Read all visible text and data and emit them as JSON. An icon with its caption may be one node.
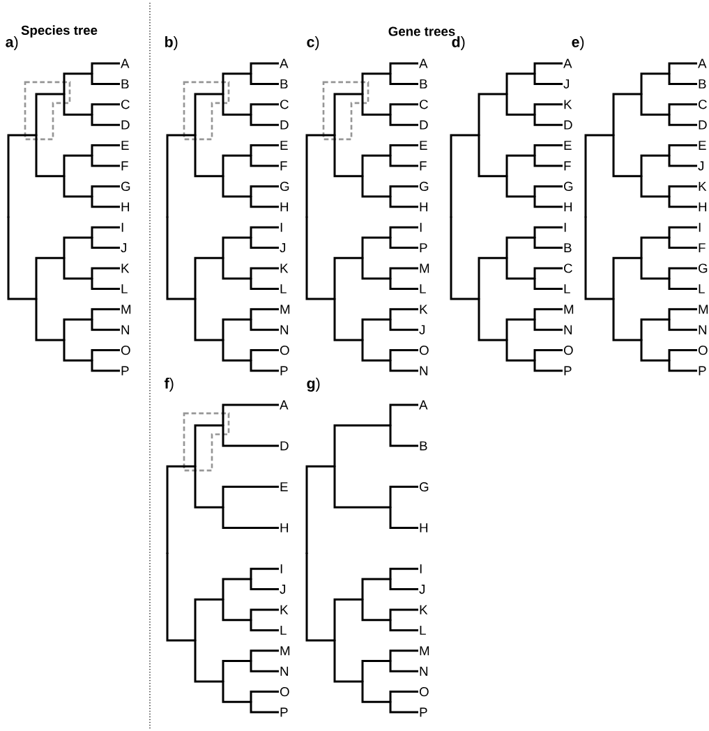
{
  "diagram": {
    "labels": [
      "Species tree",
      "Gene trees",
      "**a**)",
      "**b**)",
      "**c**)",
      "**d**)",
      "**e**)",
      "**f**)",
      "**g**)"
    ],
    "nodes": [
      {
        "text": [],
        "shape": "dot"
      },
      {
        "text": [],
        "shape": "dot"
      },
      {
        "text": [],
        "shape": "dot"
      },
      {
        "text": [],
        "shape": "dot"
      },
      {
        "text": [
          "A"
        ]
      },
      {
        "text": [
          "B"
        ]
      },
      {
        "text": [],
        "shape": "dot"
      },
      {
        "text": [
          "C"
        ]
      },
      {
        "text": [
          "D"
        ]
      },
      {
        "text": [],
        "shape": "dot"
      },
      {
        "text": [],
        "shape": "dot"
      },
      {
        "text": [
          "E"
        ]
      },
      {
        "text": [
          "F"
        ]
      },
      {
        "text": [],
        "shape": "dot"
      },
      {
        "text": [
          "G"
        ]
      },
      {
        "text": [
          "H"
        ]
      },
      {
        "text": [],
        "shape": "dot"
      },
      {
        "text": [],
        "shape": "dot"
      },
      {
        "text": [],
        "shape": "dot"
      },
      {
        "text": [
          "I"
        ]
      },
      {
        "text": [
          "J"
        ]
      },
      {
        "text": [],
        "shape": "dot"
      },
      {
        "text": [
          "K"
        ]
      },
      {
        "text": [
          "L"
        ]
      },
      {
        "text": [],
        "shape": "dot"
      },
      {
        "text": [],
        "shape": "dot"
      },
      {
        "text": [
          "M"
        ]
      },
      {
        "text": [
          "N"
        ]
      },
      {
        "text": [],
        "shape": "dot"
      },
      {
        "text": [
          "O"
        ]
      },
      {
        "text": [
          "P"
        ]
      },
      {
        "text": [],
        "shape": "dot"
      },
      {
        "text": [],
        "shape": "dot"
      },
      {
        "text": [],
        "shape": "dot"
      },
      {
        "text": [],
        "shape": "dot"
      },
      {
        "text": [
          "A"
        ]
      },
      {
        "text": [
          "B"
        ]
      },
      {
        "text": [],
        "shape": "dot"
      },
      {
        "text": [
          "C"
        ]
      },
      {
        "text": [
          "D"
        ]
      },
      {
        "text": [],
        "shape": "dot"
      },
      {
        "text": [],
        "shape": "dot"
      },
      {
        "text": [
          "E"
        ]
      },
      {
        "text": [
          "F"
        ]
      },
      {
        "text": [],
        "shape": "dot"
      },
      {
        "text": [
          "G"
        ]
      },
      {
        "text": [
          "H"
        ]
      },
      {
        "text": [],
        "shape": "dot"
      },
      {
        "text": [],
        "shape": "dot"
      },
      {
        "text": [],
        "shape": "dot"
      },
      {
        "text": [
          "I"
        ]
      },
      {
        "text": [
          "J"
        ]
      },
      {
        "text": [],
        "shape": "dot"
      },
      {
        "text": [
          "K"
        ]
      },
      {
        "text": [
          "L"
        ]
      },
      {
        "text": [],
        "shape": "dot"
      },
      {
        "text": [],
        "shape": "dot"
      },
      {
        "text": [
          "M"
        ]
      },
      {
        "text": [
          "N"
        ]
      },
      {
        "text": [],
        "shape": "dot"
      },
      {
        "text": [
          "O"
        ]
      },
      {
        "text": [
          "P"
        ]
      },
      {
        "text": [],
        "shape": "dot"
      },
      {
        "text": [],
        "shape": "dot"
      },
      {
        "text": [],
        "shape": "dot"
      },
      {
        "text": [],
        "shape": "dot"
      },
      {
        "text": [
          "A"
        ]
      },
      {
        "text": [
          "B"
        ]
      },
      {
        "text": [],
        "shape": "dot"
      },
      {
        "text": [
          "C"
        ]
      },
      {
        "text": [
          "D"
        ]
      },
      {
        "text": [],
        "shape": "dot"
      },
      {
        "text": [],
        "shape": "dot"
      },
      {
        "text": [
          "E"
        ]
      },
      {
        "text": [
          "F"
        ]
      },
      {
        "text": [],
        "shape": "dot"
      },
      {
        "text": [
          "G"
        ]
      },
      {
        "text": [
          "H"
        ]
      },
      {
        "text": [],
        "shape": "dot"
      },
      {
        "text": [],
        "shape": "dot"
      },
      {
        "text": [],
        "shape": "dot"
      },
      {
        "text": [
          "I"
        ]
      },
      {
        "text": [
          "P"
        ]
      },
      {
        "text": [],
        "shape": "dot"
      },
      {
        "text": [
          "M"
        ]
      },
      {
        "text": [
          "L"
        ]
      },
      {
        "text": [],
        "shape": "dot"
      },
      {
        "text": [],
        "shape": "dot"
      },
      {
        "text": [
          "K"
        ]
      },
      {
        "text": [
          "J"
        ]
      },
      {
        "text": [],
        "shape": "dot"
      },
      {
        "text": [
          "O"
        ]
      },
      {
        "text": [
          "N"
        ]
      },
      {
        "text": [],
        "shape": "dot"
      },
      {
        "text": [],
        "shape": "dot"
      },
      {
        "text": [],
        "shape": "dot"
      },
      {
        "text": [],
        "shape": "dot"
      },
      {
        "text": [
          "A"
        ]
      },
      {
        "text": [
          "J"
        ]
      },
      {
        "text": [],
        "shape": "dot"
      },
      {
        "text": [
          "K"
        ]
      },
      {
        "text": [
          "D"
        ]
      },
      {
        "text": [],
        "shape": "dot"
      },
      {
        "text": [],
        "shape": "dot"
      },
      {
        "text": [
          "E"
        ]
      },
      {
        "text": [
          "F"
        ]
      },
      {
        "text": [],
        "shape": "dot"
      },
      {
        "text": [
          "G"
        ]
      },
      {
        "text": [
          "H"
        ]
      },
      {
        "text": [],
        "shape": "dot"
      },
      {
        "text": [],
        "shape": "dot"
      },
      {
        "text": [],
        "shape": "dot"
      },
      {
        "text": [
          "I"
        ]
      },
      {
        "text": [
          "B"
        ]
      },
      {
        "text": [],
        "shape": "dot"
      },
      {
        "text": [
          "C"
        ]
      },
      {
        "text": [
          "L"
        ]
      },
      {
        "text": [],
        "shape": "dot"
      },
      {
        "text": [],
        "shape": "dot"
      },
      {
        "text": [
          "M"
        ]
      },
      {
        "text": [
          "N"
        ]
      },
      {
        "text": [],
        "shape": "dot"
      },
      {
        "text": [
          "O"
        ]
      },
      {
        "text": [
          "P"
        ]
      },
      {
        "text": [],
        "shape": "dot"
      },
      {
        "text": [],
        "shape": "dot"
      },
      {
        "text": [],
        "shape": "dot"
      },
      {
        "text": [],
        "shape": "dot"
      },
      {
        "text": [
          "A"
        ]
      },
      {
        "text": [
          "B"
        ]
      },
      {
        "text": [],
        "shape": "dot"
      },
      {
        "text": [
          "C"
        ]
      },
      {
        "text": [
          "D"
        ]
      },
      {
        "text": [],
        "shape": "dot"
      },
      {
        "text": [],
        "shape": "dot"
      },
      {
        "text": [
          "E"
        ]
      },
      {
        "text": [
          "J"
        ]
      },
      {
        "text": [],
        "shape": "dot"
      },
      {
        "text": [
          "K"
        ]
      },
      {
        "text": [
          "H"
        ]
      },
      {
        "text": [],
        "shape": "dot"
      },
      {
        "text": [],
        "shape": "dot"
      },
      {
        "text": [],
        "shape": "dot"
      },
      {
        "text": [
          "I"
        ]
      },
      {
        "text": [
          "F"
        ]
      },
      {
        "text": [],
        "shape": "dot"
      },
      {
        "text": [
          "G"
        ]
      },
      {
        "text": [
          "L"
        ]
      },
      {
        "text": [],
        "shape": "dot"
      },
      {
        "text": [],
        "shape": "dot"
      },
      {
        "text": [
          "M"
        ]
      },
      {
        "text": [
          "N"
        ]
      },
      {
        "text": [],
        "shape": "dot"
      },
      {
        "text": [
          "O"
        ]
      },
      {
        "text": [
          "P"
        ]
      },
      {
        "text": [],
        "shape": "dot"
      },
      {
        "text": [],
        "shape": "dot"
      },
      {
        "text": [],
        "shape": "dot"
      },
      {
        "text": [
          "A"
        ]
      },
      {
        "text": [
          "D"
        ]
      },
      {
        "text": [],
        "shape": "dot"
      },
      {
        "text": [
          "E"
        ]
      },
      {
        "text": [
          "H"
        ]
      },
      {
        "text": [],
        "shape": "dot"
      },
      {
        "text": [],
        "shape": "dot"
      },
      {
        "text": [],
        "shape": "dot"
      },
      {
        "text": [
          "I"
        ]
      },
      {
        "text": [
          "J"
        ]
      },
      {
        "text": [],
        "shape": "dot"
      },
      {
        "text": [
          "K"
        ]
      },
      {
        "text": [
          "L"
        ]
      },
      {
        "text": [],
        "shape": "dot"
      },
      {
        "text": [],
        "shape": "dot"
      },
      {
        "text": [
          "M"
        ]
      },
      {
        "text": [
          "N"
        ]
      },
      {
        "text": [],
        "shape": "dot"
      },
      {
        "text": [
          "O"
        ]
      },
      {
        "text": [
          "P"
        ]
      },
      {
        "text": [],
        "shape": "dot"
      },
      {
        "text": [],
        "shape": "dot"
      },
      {
        "text": [],
        "shape": "dot"
      },
      {
        "text": [
          "A"
        ]
      },
      {
        "text": [
          "B"
        ]
      },
      {
        "text": [],
        "shape": "dot"
      },
      {
        "text": [
          "G"
        ]
      },
      {
        "text": [
          "H"
        ]
      },
      {
        "text": [],
        "shape": "dot"
      },
      {
        "text": [],
        "shape": "dot"
      },
      {
        "text": [],
        "shape": "dot"
      },
      {
        "text": [
          "I"
        ]
      },
      {
        "text": [
          "J"
        ]
      },
      {
        "text": [],
        "shape": "dot"
      },
      {
        "text": [
          "K"
        ]
      },
      {
        "text": [
          "L"
        ]
      },
      {
        "text": [],
        "shape": "dot"
      },
      {
        "text": [],
        "shape": "dot"
      },
      {
        "text": [
          "M"
        ]
      },
      {
        "text": [
          "N"
        ]
      },
      {
        "text": [],
        "shape": "dot"
      },
      {
        "text": [
          "O"
        ]
      },
      {
        "text": [
          "P"
        ]
      }
    ],
    "edges": [
      {
        "from": 0,
        "to": 1,
        "arrow": "none"
      },
      {
        "from": 1,
        "to": 2,
        "arrow": "none"
      },
      {
        "from": 2,
        "to": 3,
        "arrow": "none"
      },
      {
        "from": 3,
        "to": 4,
        "arrow": "none"
      },
      {
        "from": 3,
        "to": 5,
        "arrow": "none"
      },
      {
        "from": 2,
        "to": 6,
        "arrow": "none"
      },
      {
        "from": 6,
        "to": 7,
        "arrow": "none"
      },
      {
        "from": 6,
        "to": 8,
        "arrow": "none"
      },
      {
        "from": 1,
        "to": 9,
        "arrow": "none"
      },
      {
        "from": 9,
        "to": 10,
        "arrow": "none"
      },
      {
        "from": 10,
        "to": 11,
        "arrow": "none"
      },
      {
        "from": 10,
        "to": 12,
        "arrow": "none"
      },
      {
        "from": 9,
        "to": 13,
        "arrow": "none"
      },
      {
        "from": 13,
        "to": 14,
        "arrow": "none"
      },
      {
        "from": 13,
        "to": 15,
        "arrow": "none"
      },
      {
        "from": 0,
        "to": 16,
        "arrow": "none"
      },
      {
        "from": 16,
        "to": 17,
        "arrow": "none"
      },
      {
        "from": 17,
        "to": 18,
        "arrow": "none"
      },
      {
        "from": 18,
        "to": 19,
        "arrow": "none"
      },
      {
        "from": 18,
        "to": 20,
        "arrow": "none"
      },
      {
        "from": 17,
        "to": 21,
        "arrow": "none"
      },
      {
        "from": 21,
        "to": 22,
        "arrow": "none"
      },
      {
        "from": 21,
        "to": 23,
        "arrow": "none"
      },
      {
        "from": 16,
        "to": 24,
        "arrow": "none"
      },
      {
        "from": 24,
        "to": 25,
        "arrow": "none"
      },
      {
        "from": 25,
        "to": 26,
        "arrow": "none"
      },
      {
        "from": 25,
        "to": 27,
        "arrow": "none"
      },
      {
        "from": 24,
        "to": 28,
        "arrow": "none"
      },
      {
        "from": 28,
        "to": 29,
        "arrow": "none"
      },
      {
        "from": 28,
        "to": 30,
        "arrow": "none"
      },
      {
        "from": 31,
        "to": 32,
        "arrow": "none"
      },
      {
        "from": 32,
        "to": 33,
        "arrow": "none"
      },
      {
        "from": 33,
        "to": 34,
        "arrow": "none"
      },
      {
        "from": 34,
        "to": 35,
        "arrow": "none"
      },
      {
        "from": 34,
        "to": 36,
        "arrow": "none"
      },
      {
        "from": 33,
        "to": 37,
        "arrow": "none"
      },
      {
        "from": 37,
        "to": 38,
        "arrow": "none"
      },
      {
        "from": 37,
        "to": 39,
        "arrow": "none"
      },
      {
        "from": 32,
        "to": 40,
        "arrow": "none"
      },
      {
        "from": 40,
        "to": 41,
        "arrow": "none"
      },
      {
        "from": 41,
        "to": 42,
        "arrow": "none"
      },
      {
        "from": 41,
        "to": 43,
        "arrow": "none"
      },
      {
        "from": 40,
        "to": 44,
        "arrow": "none"
      },
      {
        "from": 44,
        "to": 45,
        "arrow": "none"
      },
      {
        "from": 44,
        "to": 46,
        "arrow": "none"
      },
      {
        "from": 31,
        "to": 47,
        "arrow": "none"
      },
      {
        "from": 47,
        "to": 48,
        "arrow": "none"
      },
      {
        "from": 48,
        "to": 49,
        "arrow": "none"
      },
      {
        "from": 49,
        "to": 50,
        "arrow": "none"
      },
      {
        "from": 49,
        "to": 51,
        "arrow": "none"
      },
      {
        "from": 48,
        "to": 52,
        "arrow": "none"
      },
      {
        "from": 52,
        "to": 53,
        "arrow": "none"
      },
      {
        "from": 52,
        "to": 54,
        "arrow": "none"
      },
      {
        "from": 47,
        "to": 55,
        "arrow": "none"
      },
      {
        "from": 55,
        "to": 56,
        "arrow": "none"
      },
      {
        "from": 56,
        "to": 57,
        "arrow": "none"
      },
      {
        "from": 56,
        "to": 58,
        "arrow": "none"
      },
      {
        "from": 55,
        "to": 59,
        "arrow": "none"
      },
      {
        "from": 59,
        "to": 60,
        "arrow": "none"
      },
      {
        "from": 59,
        "to": 61,
        "arrow": "none"
      },
      {
        "from": 62,
        "to": 63,
        "arrow": "none"
      },
      {
        "from": 63,
        "to": 64,
        "arrow": "none"
      },
      {
        "from": 64,
        "to": 65,
        "arrow": "none"
      },
      {
        "from": 65,
        "to": 66,
        "arrow": "none"
      },
      {
        "from": 65,
        "to": 67,
        "arrow": "none"
      },
      {
        "from": 64,
        "to": 68,
        "arrow": "none"
      },
      {
        "from": 68,
        "to": 69,
        "arrow": "none"
      },
      {
        "from": 68,
        "to": 70,
        "arrow": "none"
      },
      {
        "from": 63,
        "to": 71,
        "arrow": "none"
      },
      {
        "from": 71,
        "to": 72,
        "arrow": "none"
      },
      {
        "from": 72,
        "to": 73,
        "arrow": "none"
      },
      {
        "from": 72,
        "to": 74,
        "arrow": "none"
      },
      {
        "from": 71,
        "to": 75,
        "arrow": "none"
      },
      {
        "from": 75,
        "to": 76,
        "arrow": "none"
      },
      {
        "from": 75,
        "to": 77,
        "arrow": "none"
      },
      {
        "from": 62,
        "to": 78,
        "arrow": "none"
      },
      {
        "from": 78,
        "to": 79,
        "arrow": "none"
      },
      {
        "from": 79,
        "to": 80,
        "arrow": "none"
      },
      {
        "from": 80,
        "to": 81,
        "arrow": "none"
      },
      {
        "from": 80,
        "to": 82,
        "arrow": "none"
      },
      {
        "from": 79,
        "to": 83,
        "arrow": "none"
      },
      {
        "from": 83,
        "to": 84,
        "arrow": "none"
      },
      {
        "from": 83,
        "to": 85,
        "arrow": "none"
      },
      {
        "from": 78,
        "to": 86,
        "arrow": "none"
      },
      {
        "from": 86,
        "to": 87,
        "arrow": "none"
      },
      {
        "from": 87,
        "to": 88,
        "arrow": "none"
      },
      {
        "from": 87,
        "to": 89,
        "arrow": "none"
      },
      {
        "from": 86,
        "to": 90,
        "arrow": "none"
      },
      {
        "from": 90,
        "to": 91,
        "arrow": "none"
      },
      {
        "from": 90,
        "to": 92,
        "arrow": "none"
      },
      {
        "from": 93,
        "to": 94,
        "arrow": "none"
      },
      {
        "from": 94,
        "to": 95,
        "arrow": "none"
      },
      {
        "from": 95,
        "to": 96,
        "arrow": "none"
      },
      {
        "from": 96,
        "to": 97,
        "arrow": "none"
      },
      {
        "from": 96,
        "to": 98,
        "arrow": "none"
      },
      {
        "from": 95,
        "to": 99,
        "arrow": "none"
      },
      {
        "from": 99,
        "to": 100,
        "arrow": "none"
      },
      {
        "from": 99,
        "to": 101,
        "arrow": "none"
      },
      {
        "from": 94,
        "to": 102,
        "arrow": "none"
      },
      {
        "from": 102,
        "to": 103,
        "arrow": "none"
      },
      {
        "from": 103,
        "to": 104,
        "arrow": "none"
      },
      {
        "from": 103,
        "to": 105,
        "arrow": "none"
      },
      {
        "from": 102,
        "to": 106,
        "arrow": "none"
      },
      {
        "from": 106,
        "to": 107,
        "arrow": "none"
      },
      {
        "from": 106,
        "to": 108,
        "arrow": "none"
      },
      {
        "from": 93,
        "to": 109,
        "arrow": "none"
      },
      {
        "from": 109,
        "to": 110,
        "arrow": "none"
      },
      {
        "from": 110,
        "to": 111,
        "arrow": "none"
      },
      {
        "from": 111,
        "to": 112,
        "arrow": "none"
      },
      {
        "from": 111,
        "to": 113,
        "arrow": "none"
      },
      {
        "from": 110,
        "to": 114,
        "arrow": "none"
      },
      {
        "from": 114,
        "to": 115,
        "arrow": "none"
      },
      {
        "from": 114,
        "to": 116,
        "arrow": "none"
      },
      {
        "from": 109,
        "to": 117,
        "arrow": "none"
      },
      {
        "from": 117,
        "to": 118,
        "arrow": "none"
      },
      {
        "from": 118,
        "to": 119,
        "arrow": "none"
      },
      {
        "from": 118,
        "to": 120,
        "arrow": "none"
      },
      {
        "from": 117,
        "to": 121,
        "arrow": "none"
      },
      {
        "from": 121,
        "to": 122,
        "arrow": "none"
      },
      {
        "from": 121,
        "to": 123,
        "arrow": "none"
      },
      {
        "from": 124,
        "to": 125,
        "arrow": "none"
      },
      {
        "from": 125,
        "to": 126,
        "arrow": "none"
      },
      {
        "from": 126,
        "to": 127,
        "arrow": "none"
      },
      {
        "from": 127,
        "to": 128,
        "arrow": "none"
      },
      {
        "from": 127,
        "to": 129,
        "arrow": "none"
      },
      {
        "from": 126,
        "to": 130,
        "arrow": "none"
      },
      {
        "from": 130,
        "to": 131,
        "arrow": "none"
      },
      {
        "from": 130,
        "to": 132,
        "arrow": "none"
      },
      {
        "from": 125,
        "to": 133,
        "arrow": "none"
      },
      {
        "from": 133,
        "to": 134,
        "arrow": "none"
      },
      {
        "from": 134,
        "to": 135,
        "arrow": "none"
      },
      {
        "from": 134,
        "to": 136,
        "arrow": "none"
      },
      {
        "from": 133,
        "to": 137,
        "arrow": "none"
      },
      {
        "from": 137,
        "to": 138,
        "arrow": "none"
      },
      {
        "from": 137,
        "to": 139,
        "arrow": "none"
      },
      {
        "from": 124,
        "to": 140,
        "arrow": "none"
      },
      {
        "from": 140,
        "to": 141,
        "arrow": "none"
      },
      {
        "from": 141,
        "to": 142,
        "arrow": "none"
      },
      {
        "from": 142,
        "to": 143,
        "arrow": "none"
      },
      {
        "from": 142,
        "to": 144,
        "arrow": "none"
      },
      {
        "from": 141,
        "to": 145,
        "arrow": "none"
      },
      {
        "from": 145,
        "to": 146,
        "arrow": "none"
      },
      {
        "from": 145,
        "to": 147,
        "arrow": "none"
      },
      {
        "from": 140,
        "to": 148,
        "arrow": "none"
      },
      {
        "from": 148,
        "to": 149,
        "arrow": "none"
      },
      {
        "from": 149,
        "to": 150,
        "arrow": "none"
      },
      {
        "from": 149,
        "to": 151,
        "arrow": "none"
      },
      {
        "from": 148,
        "to": 152,
        "arrow": "none"
      },
      {
        "from": 152,
        "to": 153,
        "arrow": "none"
      },
      {
        "from": 152,
        "to": 154,
        "arrow": "none"
      },
      {
        "from": 155,
        "to": 156,
        "arrow": "none"
      },
      {
        "from": 156,
        "to": 157,
        "arrow": "none"
      },
      {
        "from": 157,
        "to": 158,
        "arrow": "none"
      },
      {
        "from": 157,
        "to": 159,
        "arrow": "none"
      },
      {
        "from": 156,
        "to": 160,
        "arrow": "none"
      },
      {
        "from": 160,
        "to": 161,
        "arrow": "none"
      },
      {
        "from": 160,
        "to": 162,
        "arrow": "none"
      },
      {
        "from": 155,
        "to": 163,
        "arrow": "none"
      },
      {
        "from": 163,
        "to": 164,
        "arrow": "none"
      },
      {
        "from": 164,
        "to": 165,
        "arrow": "none"
      },
      {
        "from": 165,
        "to": 166,
        "arrow": "none"
      },
      {
        "from": 165,
        "to": 167,
        "arrow": "none"
      },
      {
        "from": 164,
        "to": 168,
        "arrow": "none"
      },
      {
        "from": 168,
        "to": 169,
        "arrow": "none"
      },
      {
        "from": 168,
        "to": 170,
        "arrow": "none"
      },
      {
        "from": 163,
        "to": 171,
        "arrow": "none"
      },
      {
        "from": 171,
        "to": 172,
        "arrow": "none"
      },
      {
        "from": 172,
        "to": 173,
        "arrow": "none"
      },
      {
        "from": 172,
        "to": 174,
        "arrow": "none"
      },
      {
        "from": 171,
        "to": 175,
        "arrow": "none"
      },
      {
        "from": 175,
        "to": 176,
        "arrow": "none"
      },
      {
        "from": 175,
        "to": 177,
        "arrow": "none"
      },
      {
        "from": 178,
        "to": 179,
        "arrow": "none"
      },
      {
        "from": 179,
        "to": 180,
        "arrow": "none"
      },
      {
        "from": 180,
        "to": 181,
        "arrow": "none"
      },
      {
        "from": 180,
        "to": 182,
        "arrow": "none"
      },
      {
        "from": 179,
        "to": 183,
        "arrow": "none"
      },
      {
        "from": 183,
        "to": 184,
        "arrow": "none"
      },
      {
        "from": 183,
        "to": 185,
        "arrow": "none"
      },
      {
        "from": 178,
        "to": 186,
        "arrow": "none"
      },
      {
        "from": 186,
        "to": 187,
        "arrow": "none"
      },
      {
        "from": 187,
        "to": 188,
        "arrow": "none"
      },
      {
        "from": 188,
        "to": 189,
        "arrow": "none"
      },
      {
        "from": 188,
        "to": 190,
        "arrow": "none"
      },
      {
        "from": 187,
        "to": 191,
        "arrow": "none"
      },
      {
        "from": 191,
        "to": 192,
        "arrow": "none"
      },
      {
        "from": 191,
        "to": 193,
        "arrow": "none"
      },
      {
        "from": 186,
        "to": 194,
        "arrow": "none"
      },
      {
        "from": 194,
        "to": 195,
        "arrow": "none"
      },
      {
        "from": 195,
        "to": 196,
        "arrow": "none"
      },
      {
        "from": 195,
        "to": 197,
        "arrow": "none"
      },
      {
        "from": 194,
        "to": 198,
        "arrow": "none"
      },
      {
        "from": 198,
        "to": 199,
        "arrow": "none"
      },
      {
        "from": 198,
        "to": 200,
        "arrow": "none"
      }
    ]
  }
}
